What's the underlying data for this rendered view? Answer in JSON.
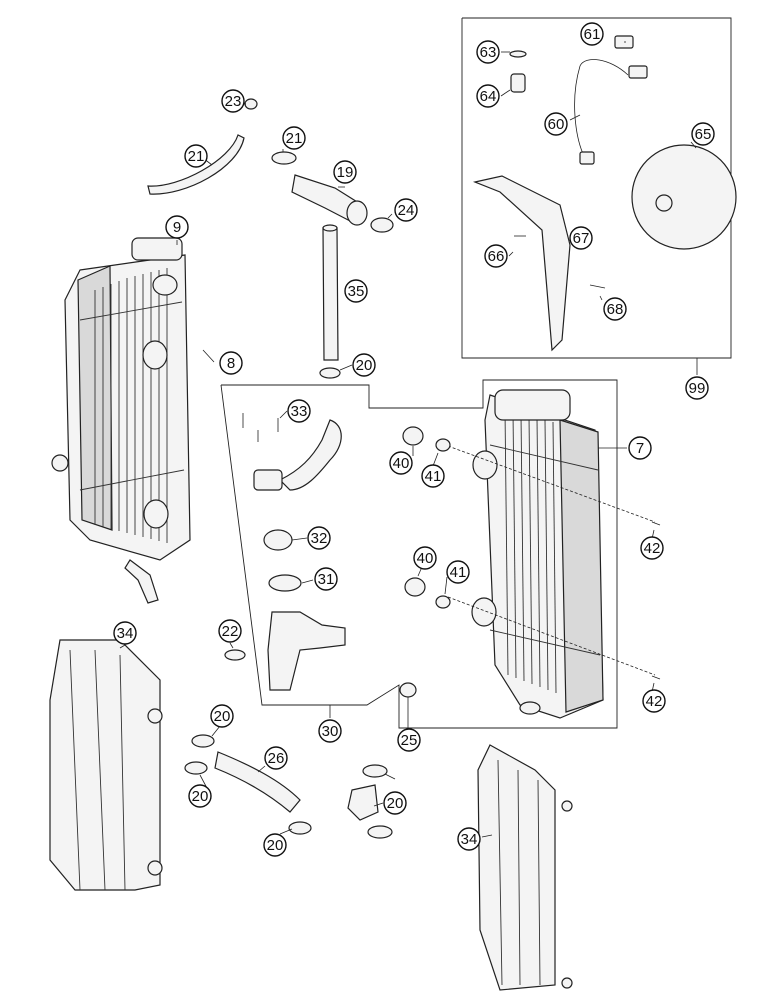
{
  "callouts": [
    "61",
    "63",
    "64",
    "60",
    "65",
    "67",
    "66",
    "68",
    "99",
    "23",
    "21",
    "19",
    "24",
    "21",
    "9",
    "35",
    "8",
    "20",
    "33",
    "7",
    "40",
    "41",
    "42",
    "32",
    "31",
    "40",
    "41",
    "34",
    "22",
    "42",
    "30",
    "20",
    "26",
    "20",
    "25",
    "20",
    "20",
    "34"
  ]
}
